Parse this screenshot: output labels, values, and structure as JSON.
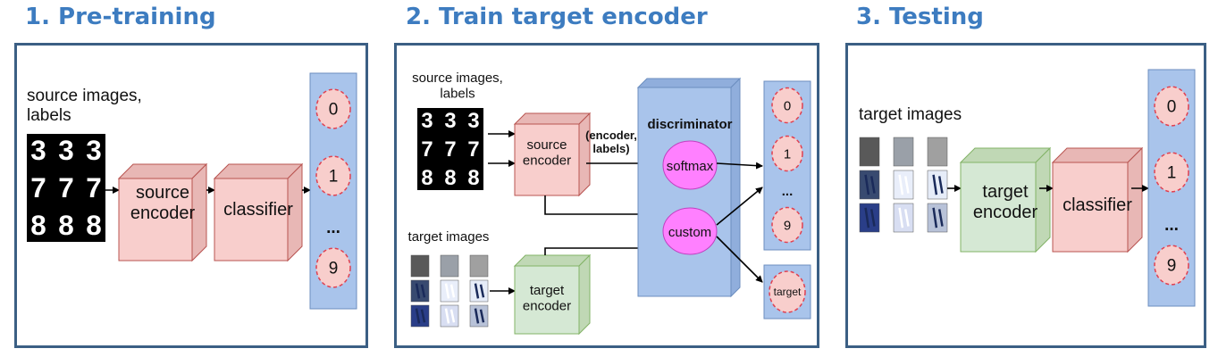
{
  "panels": [
    {
      "title": "1. Pre-training"
    },
    {
      "title": "2. Train target encoder"
    },
    {
      "title": "3. Testing"
    }
  ],
  "p1": {
    "source_label": "source images,\nlabels",
    "encoder": [
      "source",
      "encoder"
    ],
    "classifier": "classifier",
    "outputs": [
      "0",
      "1",
      "...",
      "9"
    ],
    "digits": [
      "3",
      "3",
      "3",
      "7",
      "7",
      "7",
      "8",
      "8",
      "8"
    ]
  },
  "p2": {
    "source_label": "source images,\nlabels",
    "target_label": "target images",
    "source_encoder": [
      "source",
      "encoder"
    ],
    "target_encoder": [
      "target",
      "encoder"
    ],
    "encoder_labels": "(encoder,\nlabels)",
    "discriminator": "discriminator",
    "softmax": "softmax",
    "custom": "custom",
    "outputs": [
      "0",
      "1",
      "...",
      "9"
    ],
    "target_out": "target",
    "digits": [
      "3",
      "3",
      "3",
      "7",
      "7",
      "7",
      "8",
      "8",
      "8"
    ]
  },
  "p3": {
    "target_label": "target images",
    "encoder": [
      "target",
      "encoder"
    ],
    "classifier": "classifier",
    "outputs": [
      "0",
      "1",
      "...",
      "9"
    ]
  },
  "colors": {
    "title": "#3d7cc0",
    "panel_border": "#3b5f84",
    "pink_box": "#f8cecc",
    "pink_box_border": "#b85450",
    "green_box": "#d5e8d4",
    "green_box_border": "#82b366",
    "blue_col": "#a9c4eb",
    "blue_col_border": "#6c8ebf",
    "circle_fill": "#f8cecc",
    "circle_border": "#e04050",
    "ellipse_magenta": "#ff80ff"
  }
}
